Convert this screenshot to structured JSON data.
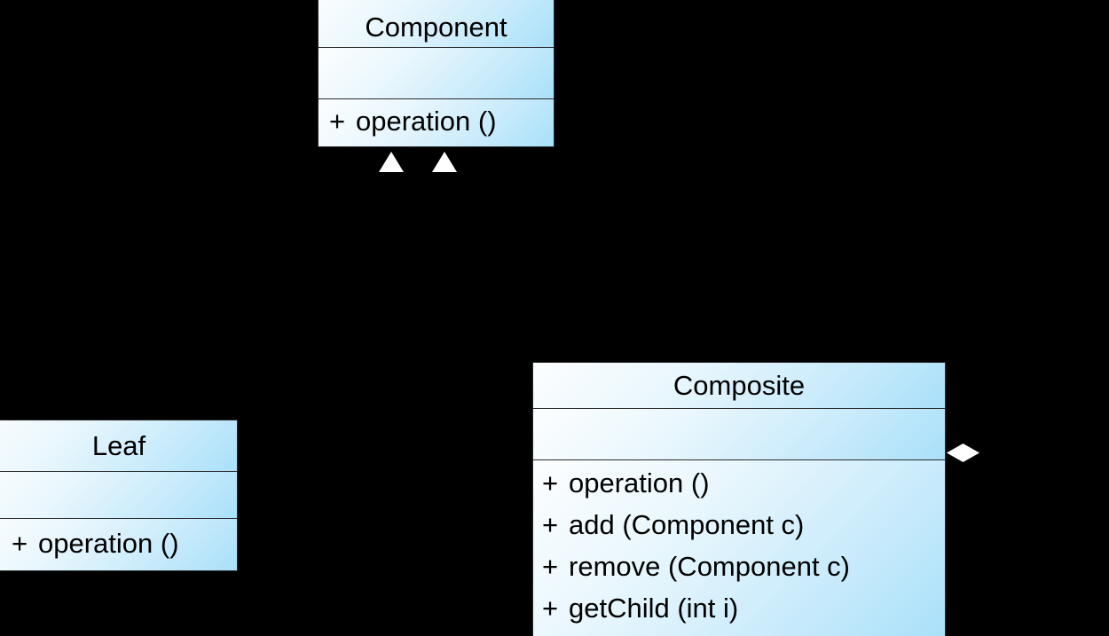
{
  "diagram": {
    "kind": "uml-class-diagram",
    "pattern_name": "Composite",
    "background_color": "#000000",
    "box_fill_light": "#fcfeff",
    "box_fill_dark": "#a9e0fa",
    "box_border_color": "#2b2b2b",
    "connector_color": "#ffffff",
    "text_color": "#000000"
  },
  "classes": {
    "component": {
      "name": "Component",
      "attributes": [],
      "operations": [
        {
          "visibility": "+",
          "signature": "operation ()"
        }
      ]
    },
    "leaf": {
      "name": "Leaf",
      "attributes": [],
      "operations": [
        {
          "visibility": "+",
          "signature": "operation ()"
        }
      ]
    },
    "composite": {
      "name": "Composite",
      "attributes": [],
      "operations": [
        {
          "visibility": "+",
          "signature": "operation ()"
        },
        {
          "visibility": "+",
          "signature": "add (Component c)"
        },
        {
          "visibility": "+",
          "signature": "remove (Component c)"
        },
        {
          "visibility": "+",
          "signature": "getChild (int i)"
        }
      ]
    }
  },
  "connectors": [
    {
      "id": "generalization-leaf",
      "type": "generalization",
      "from": "Leaf",
      "to": "Component",
      "arrow": "hollow-triangle"
    },
    {
      "id": "generalization-composite",
      "type": "generalization",
      "from": "Composite",
      "to": "Component",
      "arrow": "hollow-triangle"
    },
    {
      "id": "aggregation-children",
      "type": "aggregation",
      "from": "Composite",
      "to": "Component",
      "arrow": "diamond"
    }
  ]
}
